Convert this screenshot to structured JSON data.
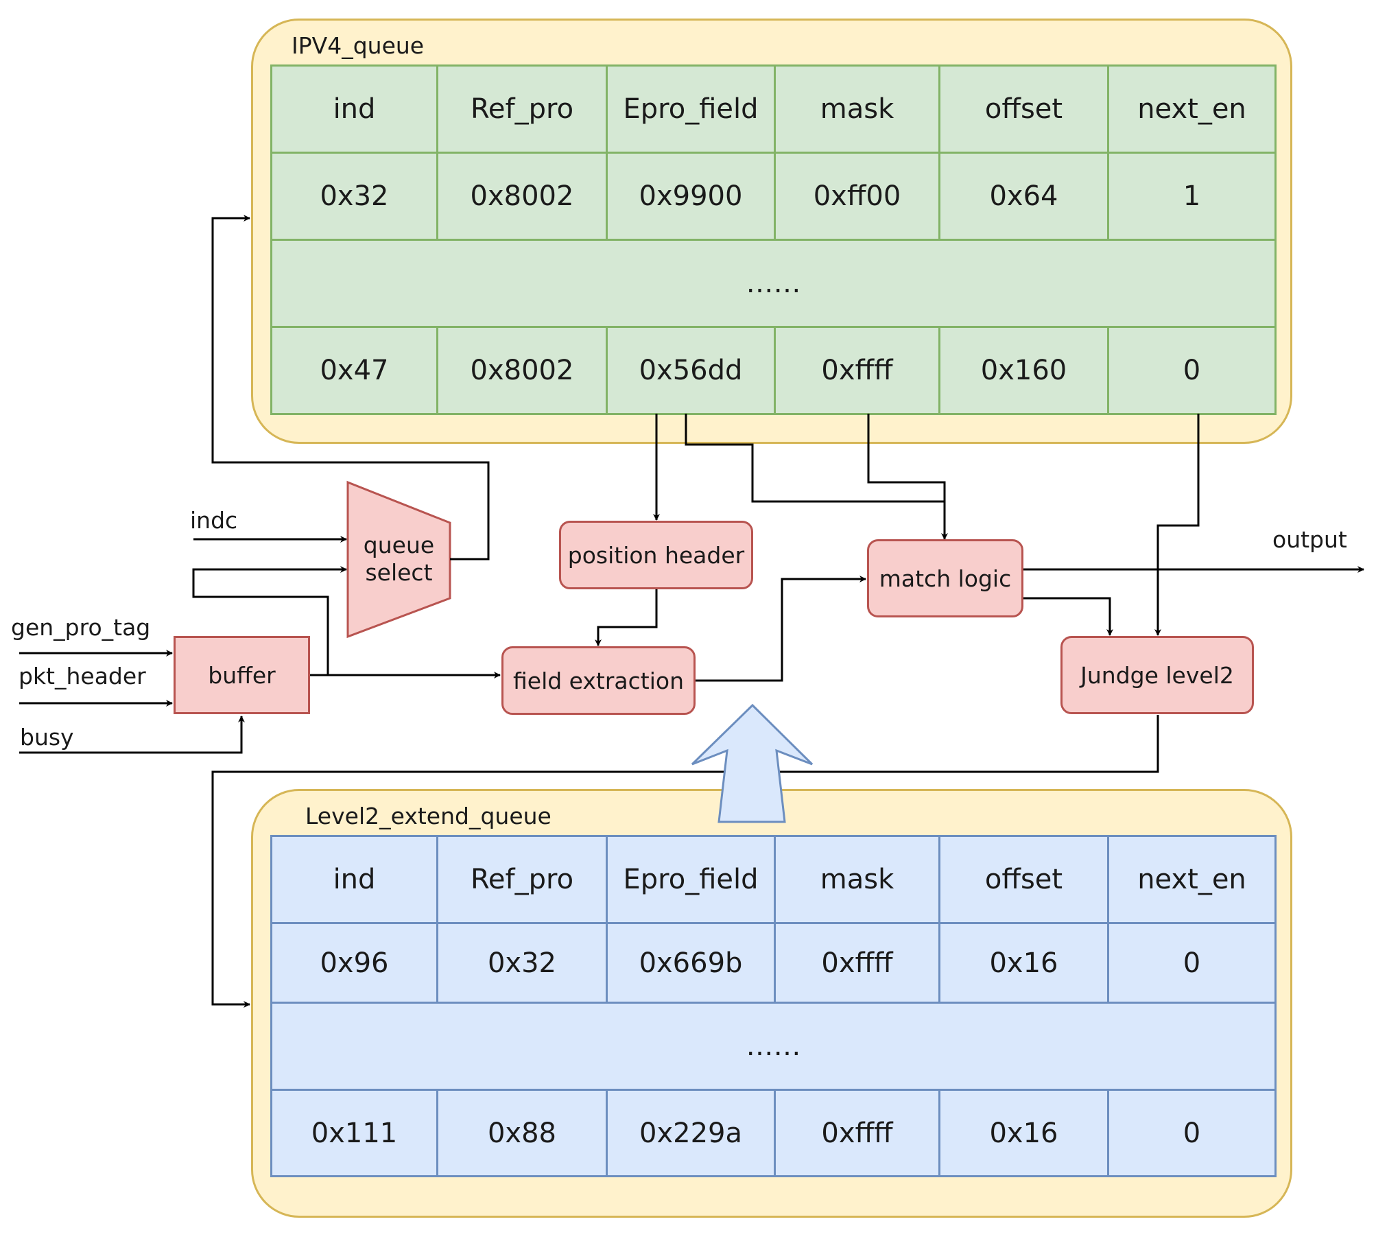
{
  "ipv4_queue": {
    "title": "IPV4_queue",
    "headers": [
      "ind",
      "Ref_pro",
      "Epro_field",
      "mask",
      "offset",
      "next_en"
    ],
    "row_first": [
      "0x32",
      "0x8002",
      "0x9900",
      "0xff00",
      "0x64",
      "1"
    ],
    "ellipsis": "……",
    "row_last": [
      "0x47",
      "0x8002",
      "0x56dd",
      "0xffff",
      "0x160",
      "0"
    ]
  },
  "level2_queue": {
    "title": "Level2_extend_queue",
    "headers": [
      "ind",
      "Ref_pro",
      "Epro_field",
      "mask",
      "offset",
      "next_en"
    ],
    "row_first": [
      "0x96",
      "0x32",
      "0x669b",
      "0xffff",
      "0x16",
      "0"
    ],
    "ellipsis": "……",
    "row_last": [
      "0x111",
      "0x88",
      "0x229a",
      "0xffff",
      "0x16",
      "0"
    ]
  },
  "blocks": {
    "queue_select_line1": "queue",
    "queue_select_line2": "select",
    "buffer": "buffer",
    "position_header": "position header",
    "field_extraction": "field extraction",
    "match_logic": "match logic",
    "judge_level2": "Jundge level2"
  },
  "signals": {
    "indc": "indc",
    "gen_pro_tag": "gen_pro_tag",
    "pkt_header": "pkt_header",
    "busy": "busy",
    "output": "output"
  }
}
